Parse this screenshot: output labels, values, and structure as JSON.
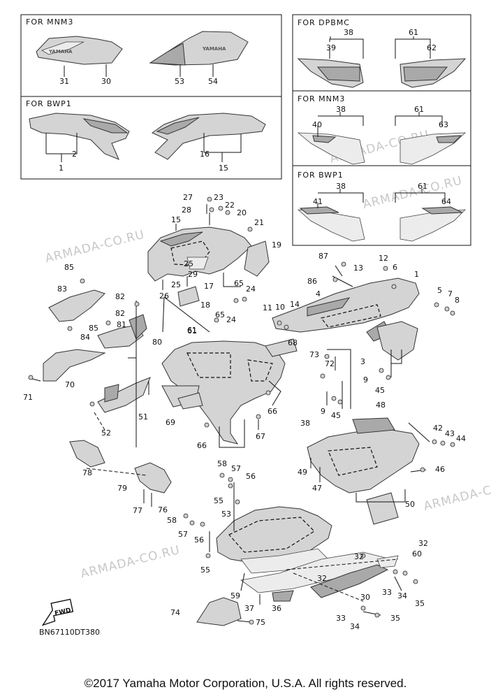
{
  "copyright": "©2017 Yamaha Motor Corporation, U.S.A. All rights reserved.",
  "diagram_code": "BN67110DT380",
  "fwd_label": "FWD",
  "watermark": "ARMADA-CO.RU",
  "brand_text": "YAMAHA",
  "insets": [
    {
      "title": "FOR  MNM3"
    },
    {
      "title": "FOR  BWP1"
    },
    {
      "title": "FOR  DPBMC"
    },
    {
      "title": "FOR  MNM3"
    },
    {
      "title": "FOR  BWP1"
    }
  ],
  "part_numbers": [
    "1",
    "2",
    "3",
    "4",
    "5",
    "6",
    "7",
    "8",
    "9",
    "10",
    "11",
    "12",
    "13",
    "14",
    "15",
    "16",
    "17",
    "18",
    "19",
    "20",
    "21",
    "22",
    "23",
    "24",
    "25",
    "26",
    "27",
    "28",
    "29",
    "30",
    "31",
    "32",
    "33",
    "34",
    "35",
    "36",
    "37",
    "38",
    "39",
    "40",
    "41",
    "42",
    "43",
    "44",
    "45",
    "46",
    "47",
    "48",
    "49",
    "50",
    "51",
    "52",
    "53",
    "54",
    "55",
    "56",
    "57",
    "58",
    "59",
    "60",
    "61",
    "62",
    "63",
    "64",
    "65",
    "66",
    "67",
    "68",
    "69",
    "70",
    "71",
    "72",
    "73",
    "74",
    "75",
    "76",
    "77",
    "78",
    "79",
    "80",
    "81",
    "82",
    "83",
    "84",
    "85",
    "86",
    "87"
  ]
}
